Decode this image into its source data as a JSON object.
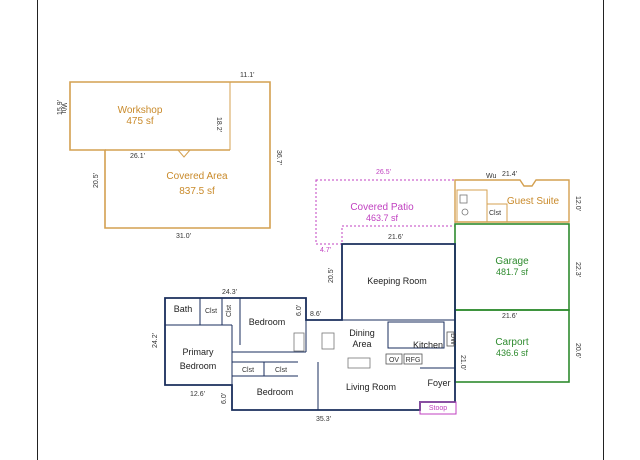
{
  "colors": {
    "workshop": "#d4a050",
    "patio": "#c040c0",
    "garage": "#2e8b2e",
    "house": "#1a2e5c",
    "stoop": "#c040c0",
    "text": "#222222"
  },
  "outbuilding": {
    "workshop_name": "Workshop",
    "workshop_area": "475 sf",
    "covered_name": "Covered Area",
    "covered_area": "837.5 sf",
    "dims": {
      "top": "11.1'",
      "left": "15.9'",
      "wu": "Wu",
      "inner_v": "18.2'",
      "inner_h": "26.1'",
      "right": "36.7'",
      "left_lower": "20.5'",
      "bottom": "31.0'"
    }
  },
  "patio": {
    "name": "Covered Patio",
    "area": "463.7 sf",
    "dims": {
      "top": "26.5'",
      "left": "4.7'"
    }
  },
  "guest_suite": {
    "name": "Guest Suite",
    "wu": "Wu",
    "dims": {
      "top": "21.4'",
      "right": "12.0'"
    },
    "clst": "Clst"
  },
  "garage": {
    "name": "Garage",
    "area": "481.7 sf",
    "dims": {
      "right": "22.3'"
    }
  },
  "carport": {
    "name": "Carport",
    "area": "436.6 sf",
    "dims": {
      "top": "21.6'",
      "right": "20.6'",
      "left": "21.0'"
    }
  },
  "house": {
    "keeping_room": "Keeping Room",
    "dining": "Dining",
    "dining_area": "Area",
    "kitchen": "Kitchen",
    "living_room": "Living Room",
    "foyer": "Foyer",
    "bath": "Bath",
    "clst": "Clst",
    "bedroom": "Bedroom",
    "primary": "Primary",
    "primary_bedroom": "Bedroom",
    "stoop": "Stoop",
    "ov": "OV",
    "rfg": "RFG",
    "dw": "DW",
    "dims": {
      "keeping_top": "21.6'",
      "keeping_left": "20.5'",
      "top_left": "24.3'",
      "small_v": "6.0'",
      "small_h": "8.6'",
      "left": "24.2'",
      "bottom_left": "12.6'",
      "bottom_small_v": "6.0'",
      "bottom": "35.3'"
    }
  }
}
